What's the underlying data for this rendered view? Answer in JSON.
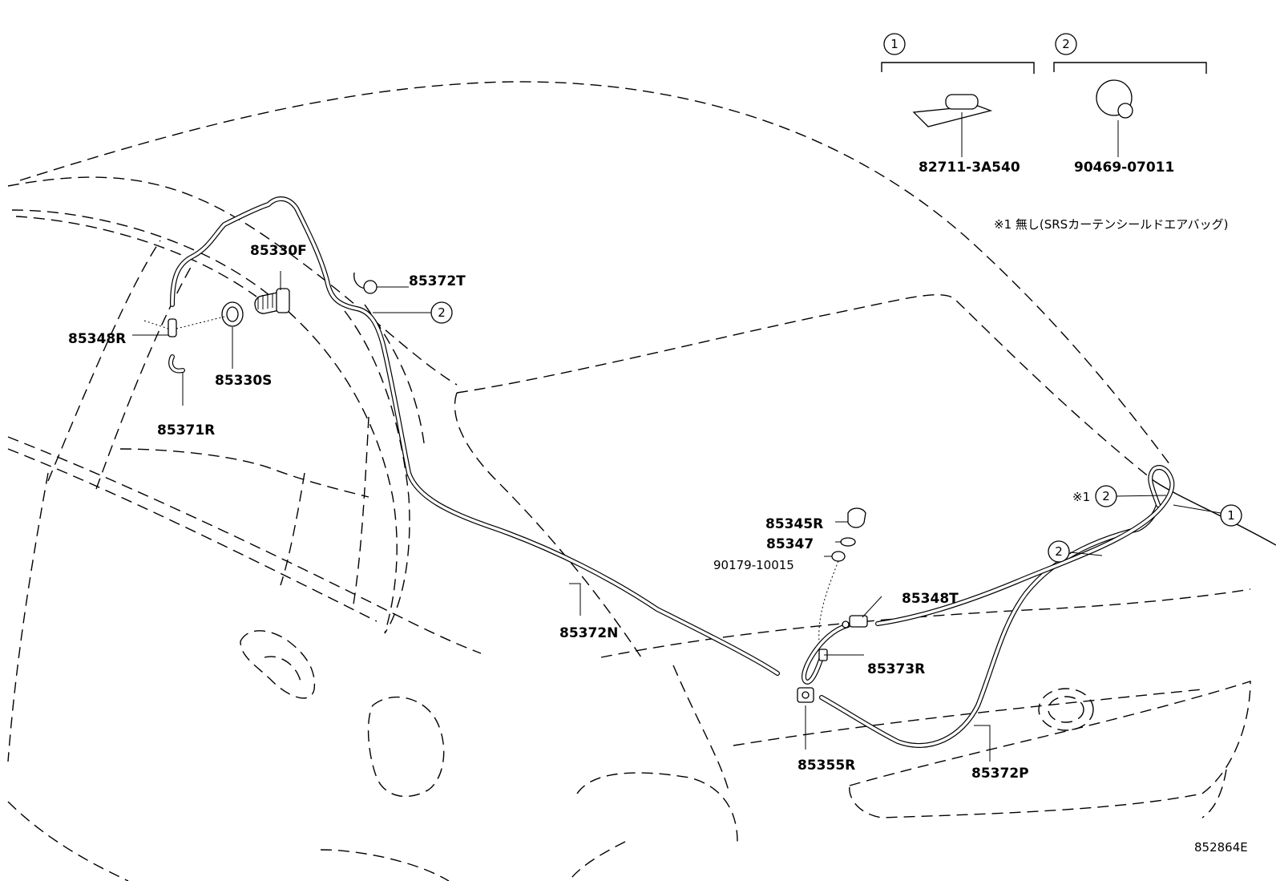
{
  "legend": {
    "clip_1": {
      "index": "1",
      "part_no": "82711-3A540"
    },
    "clip_2": {
      "index": "2",
      "part_no": "90469-07011"
    }
  },
  "note": "※1 無し(SRSカーテンシールドエアバッグ)",
  "note_marker": "※1",
  "callouts": [
    "2",
    "2",
    "1",
    "2"
  ],
  "parts": {
    "motor": "85330F",
    "grommet": "85330S",
    "joint_left": "85348R",
    "hose_left": "85371R",
    "hose_top": "85372T",
    "nozzle": "85345R",
    "packing": "85347",
    "nut": "90179-10015",
    "joint_right": "85348T",
    "hose_right": "85373R",
    "hose_main": "85372N",
    "valve": "85355R",
    "hose_rear": "85372P"
  },
  "diagram_id": "852864E"
}
